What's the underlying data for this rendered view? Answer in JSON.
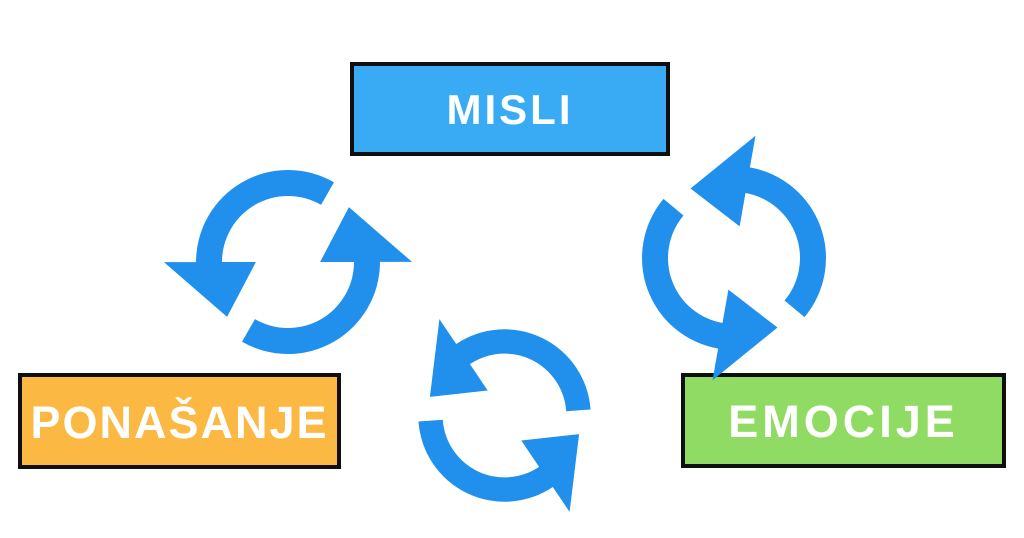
{
  "diagram": {
    "nodes": [
      {
        "id": "misli",
        "label": "MISLI",
        "fill": "#38abf4",
        "text_color": "#ffffff"
      },
      {
        "id": "ponasanje",
        "label": "PONAŠANJE",
        "fill": "#fbb843",
        "text_color": "#ffffff"
      },
      {
        "id": "emocije",
        "label": "EMOCIJE",
        "fill": "#8fdb63",
        "text_color": "#ffffff"
      }
    ],
    "connectors": [
      {
        "id": "left",
        "icon": "cycle-arrows-icon",
        "between": [
          "MISLI",
          "PONAŠANJE"
        ]
      },
      {
        "id": "right",
        "icon": "cycle-arrows-icon",
        "between": [
          "MISLI",
          "EMOCIJE"
        ]
      },
      {
        "id": "bottom",
        "icon": "cycle-arrows-icon",
        "between": [
          "PONAŠANJE",
          "EMOCIJE"
        ]
      }
    ],
    "colors": {
      "arrow": "#2190ec",
      "node_border": "#0f0f0f",
      "background": "#ffffff"
    }
  }
}
